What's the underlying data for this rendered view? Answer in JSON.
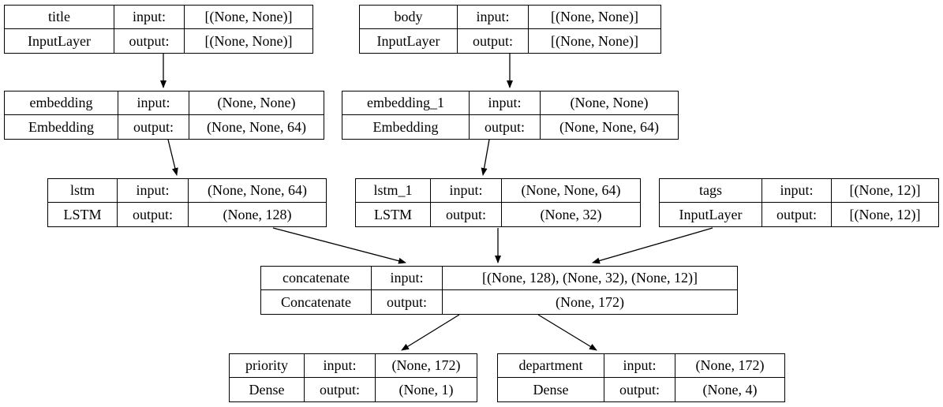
{
  "diagram": {
    "kind": "keras-model-architecture-graph",
    "background_color": "#ffffff",
    "line_color": "#000000",
    "text_color": "#000000"
  },
  "labels": {
    "input": "input:",
    "output": "output:"
  },
  "nodes": [
    {
      "id": "title",
      "name": "title",
      "class": "InputLayer",
      "input_shape": "[(None, None)]",
      "output_shape": "[(None, None)]"
    },
    {
      "id": "body",
      "name": "body",
      "class": "InputLayer",
      "input_shape": "[(None, None)]",
      "output_shape": "[(None, None)]"
    },
    {
      "id": "embedding",
      "name": "embedding",
      "class": "Embedding",
      "input_shape": "(None, None)",
      "output_shape": "(None, None, 64)"
    },
    {
      "id": "embedding_1",
      "name": "embedding_1",
      "class": "Embedding",
      "input_shape": "(None, None)",
      "output_shape": "(None, None, 64)"
    },
    {
      "id": "lstm",
      "name": "lstm",
      "class": "LSTM",
      "input_shape": "(None, None, 64)",
      "output_shape": "(None, 128)"
    },
    {
      "id": "lstm_1",
      "name": "lstm_1",
      "class": "LSTM",
      "input_shape": "(None, None, 64)",
      "output_shape": "(None, 32)"
    },
    {
      "id": "tags",
      "name": "tags",
      "class": "InputLayer",
      "input_shape": "[(None, 12)]",
      "output_shape": "[(None, 12)]"
    },
    {
      "id": "concatenate",
      "name": "concatenate",
      "class": "Concatenate",
      "input_shape": "[(None, 128), (None, 32), (None, 12)]",
      "output_shape": "(None, 172)"
    },
    {
      "id": "priority",
      "name": "priority",
      "class": "Dense",
      "input_shape": "(None, 172)",
      "output_shape": "(None, 1)"
    },
    {
      "id": "department",
      "name": "department",
      "class": "Dense",
      "input_shape": "(None, 172)",
      "output_shape": "(None, 4)"
    }
  ],
  "edges": [
    {
      "from": "title",
      "to": "embedding"
    },
    {
      "from": "body",
      "to": "embedding_1"
    },
    {
      "from": "embedding",
      "to": "lstm"
    },
    {
      "from": "embedding_1",
      "to": "lstm_1"
    },
    {
      "from": "lstm",
      "to": "concatenate"
    },
    {
      "from": "lstm_1",
      "to": "concatenate"
    },
    {
      "from": "tags",
      "to": "concatenate"
    },
    {
      "from": "concatenate",
      "to": "priority"
    },
    {
      "from": "concatenate",
      "to": "department"
    }
  ]
}
